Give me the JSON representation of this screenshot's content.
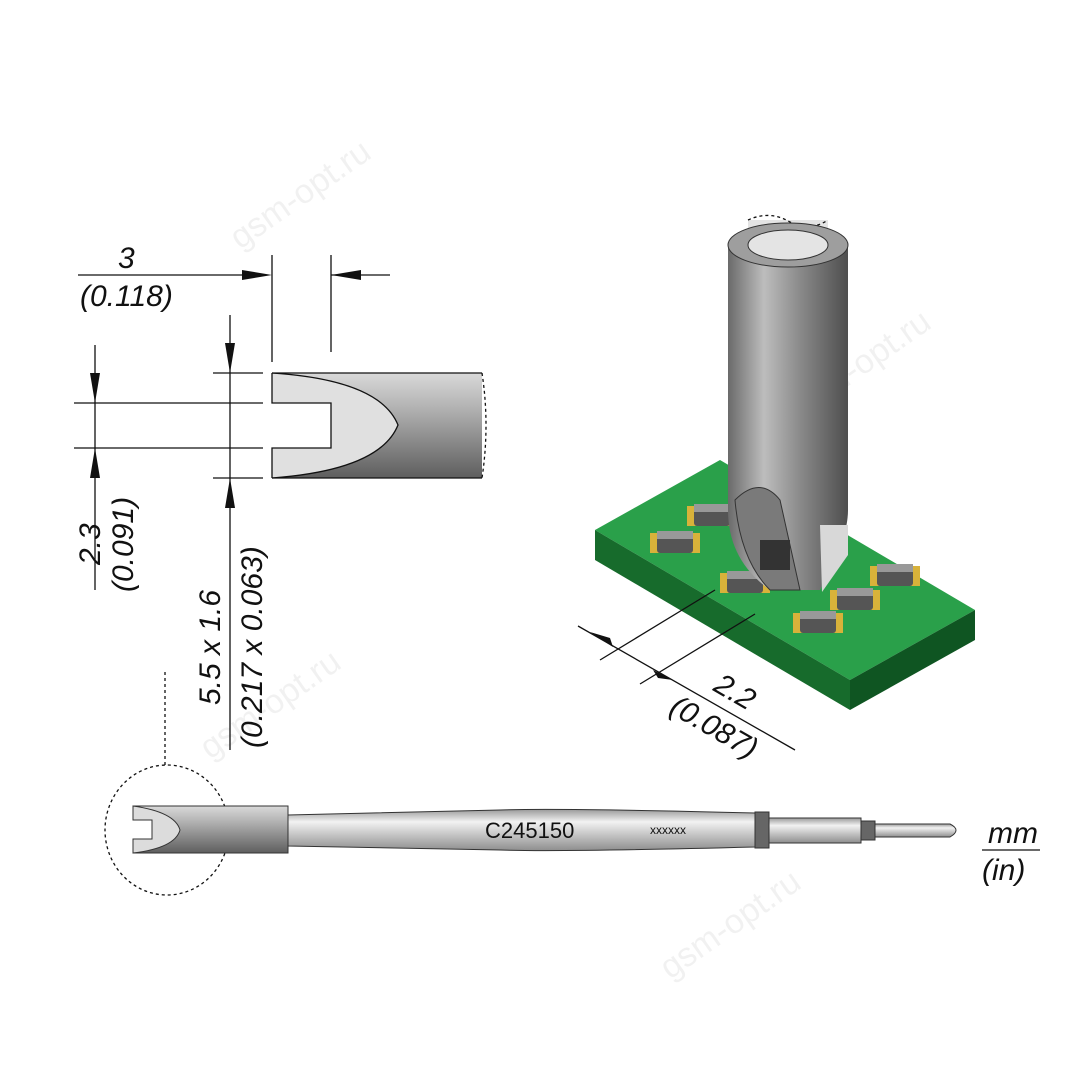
{
  "dimensions": {
    "width_label_mm": "3",
    "width_label_in": "(0.118)",
    "slot_label_mm": "2.3",
    "slot_label_in": "(0.091)",
    "component_label_mm": "5.5 x 1.6",
    "component_label_in": "(0.217 x 0.063)",
    "gap_label_mm": "2.2",
    "gap_label_in": "(0.087)"
  },
  "tip": {
    "part_number": "C245150",
    "serial": "xxxxxx"
  },
  "units": {
    "primary": "mm",
    "secondary": "(in)"
  },
  "watermark": "gsm-opt.ru",
  "colors": {
    "pcb": "#1e8a3a",
    "pad": "#d8b23a",
    "metal": "#9a9a9a"
  }
}
